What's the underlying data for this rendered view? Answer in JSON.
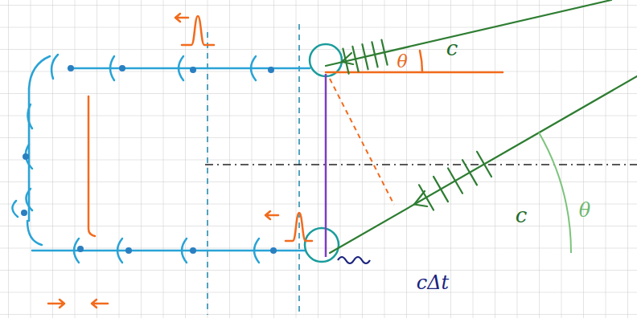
{
  "diagram": {
    "labels": [
      "θ",
      "c",
      "c",
      "θ",
      "cΔt"
    ]
  }
}
